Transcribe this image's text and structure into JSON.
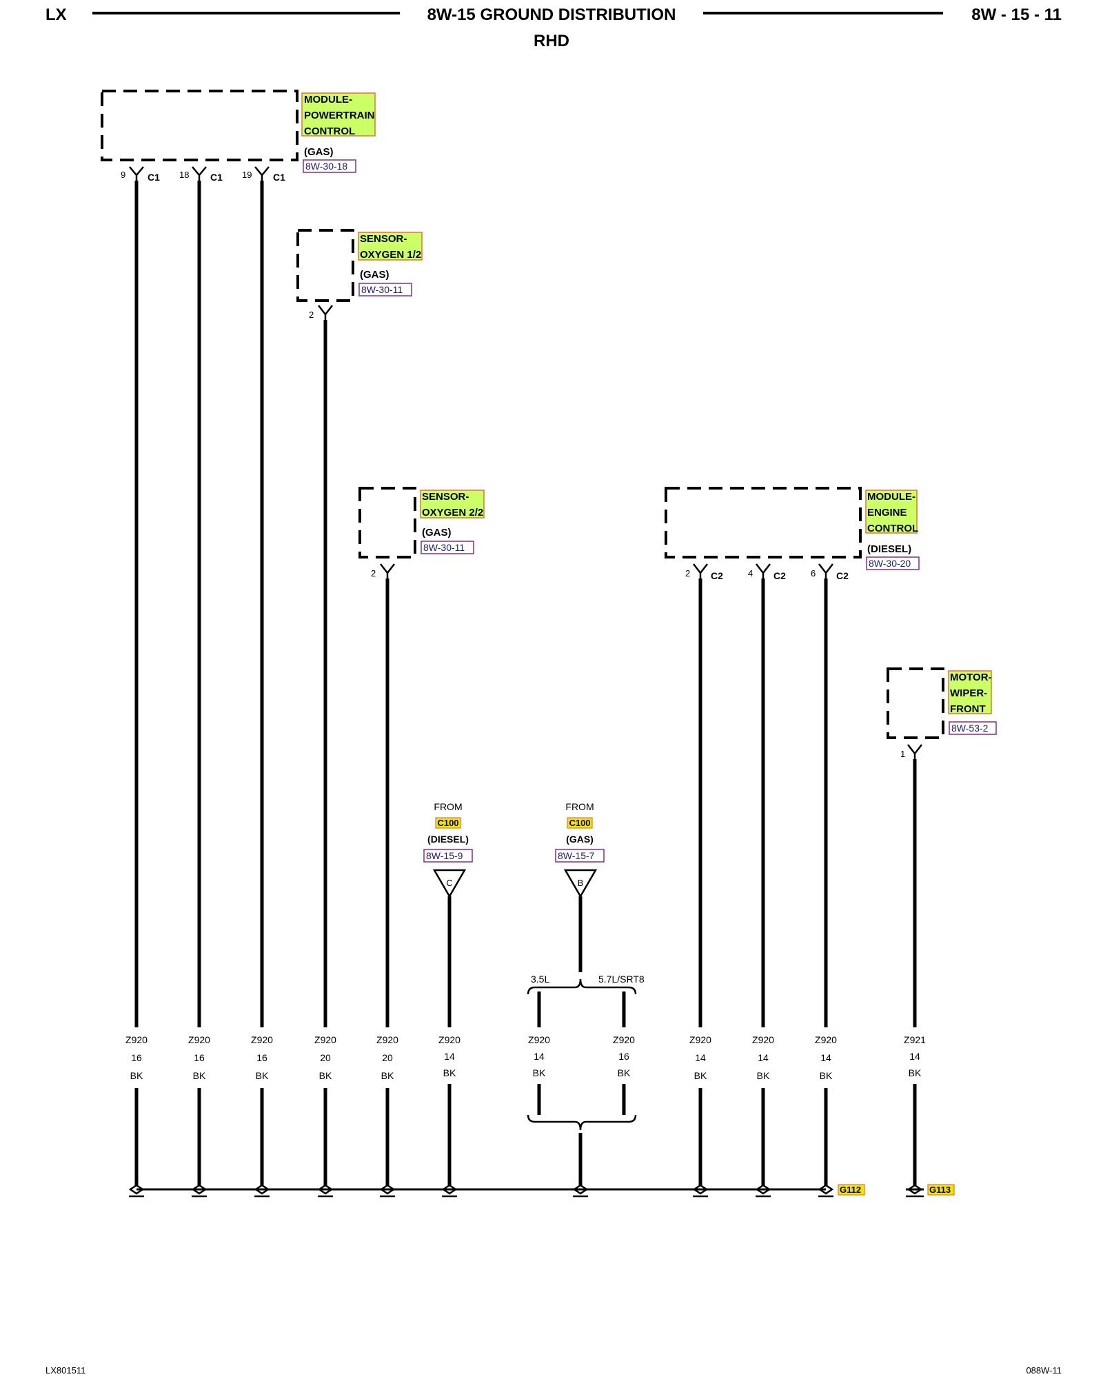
{
  "header": {
    "left": "LX",
    "title": "8W-15 GROUND DISTRIBUTION",
    "subtitle": "RHD",
    "page": "8W - 15 - 11"
  },
  "footer": {
    "left": "LX801511",
    "right": "088W-11"
  },
  "components": {
    "pcm": {
      "lines": [
        "MODULE-",
        "POWERTRAIN",
        "CONTROL"
      ],
      "note": "(GAS)",
      "ref": "8W-30-18"
    },
    "o2_12": {
      "lines": [
        "SENSOR-",
        "OXYGEN 1/2"
      ],
      "note": "(GAS)",
      "ref": "8W-30-11"
    },
    "o2_22": {
      "lines": [
        "SENSOR-",
        "OXYGEN 2/2"
      ],
      "note": "(GAS)",
      "ref": "8W-30-11"
    },
    "ecm": {
      "lines": [
        "MODULE-",
        "ENGINE",
        "CONTROL"
      ],
      "note": "(DIESEL)",
      "ref": "8W-30-20"
    },
    "wiper": {
      "lines": [
        "MOTOR-",
        "WIPER-",
        "FRONT"
      ],
      "note": "",
      "ref": "8W-53-2"
    }
  },
  "pins": {
    "pcm_9": {
      "pin": "9",
      "conn": "C1"
    },
    "pcm_18": {
      "pin": "18",
      "conn": "C1"
    },
    "pcm_19": {
      "pin": "19",
      "conn": "C1"
    },
    "o2_12": {
      "pin": "2",
      "conn": ""
    },
    "o2_22": {
      "pin": "2",
      "conn": ""
    },
    "ecm_2": {
      "pin": "2",
      "conn": "C2"
    },
    "ecm_4": {
      "pin": "4",
      "conn": "C2"
    },
    "ecm_6": {
      "pin": "6",
      "conn": "C2"
    },
    "wiper_1": {
      "pin": "1",
      "conn": ""
    }
  },
  "inline": {
    "c": {
      "from": "FROM",
      "conn": "C100",
      "note": "(DIESEL)",
      "ref": "8W-15-9",
      "pin": "C"
    },
    "b": {
      "from": "FROM",
      "conn": "C100",
      "note": "(GAS)",
      "ref": "8W-15-7",
      "pin": "B"
    },
    "split_left": "3.5L",
    "split_right": "5.7L/SRT8"
  },
  "wires": [
    {
      "id": "w1",
      "circuit": "Z920",
      "gauge": "16",
      "color": "BK"
    },
    {
      "id": "w2",
      "circuit": "Z920",
      "gauge": "16",
      "color": "BK"
    },
    {
      "id": "w3",
      "circuit": "Z920",
      "gauge": "16",
      "color": "BK"
    },
    {
      "id": "w4",
      "circuit": "Z920",
      "gauge": "20",
      "color": "BK"
    },
    {
      "id": "w5",
      "circuit": "Z920",
      "gauge": "20",
      "color": "BK"
    },
    {
      "id": "w6",
      "circuit": "Z920",
      "gauge": "14",
      "color": "BK"
    },
    {
      "id": "w7",
      "circuit": "Z920",
      "gauge": "14",
      "color": "BK"
    },
    {
      "id": "w8",
      "circuit": "Z920",
      "gauge": "16",
      "color": "BK"
    },
    {
      "id": "w9",
      "circuit": "Z920",
      "gauge": "14",
      "color": "BK"
    },
    {
      "id": "w10",
      "circuit": "Z920",
      "gauge": "14",
      "color": "BK"
    },
    {
      "id": "w11",
      "circuit": "Z920",
      "gauge": "14",
      "color": "BK"
    },
    {
      "id": "w12",
      "circuit": "Z921",
      "gauge": "14",
      "color": "BK"
    }
  ],
  "grounds": {
    "g112": "G112",
    "g113": "G113"
  },
  "colors": {
    "highlight": "#ccff66",
    "highlight_border": "#e8742a",
    "ref_border": "#8b2a8b",
    "ref_text": "#1a1a8a",
    "conn_highlight": "#f2e600"
  }
}
